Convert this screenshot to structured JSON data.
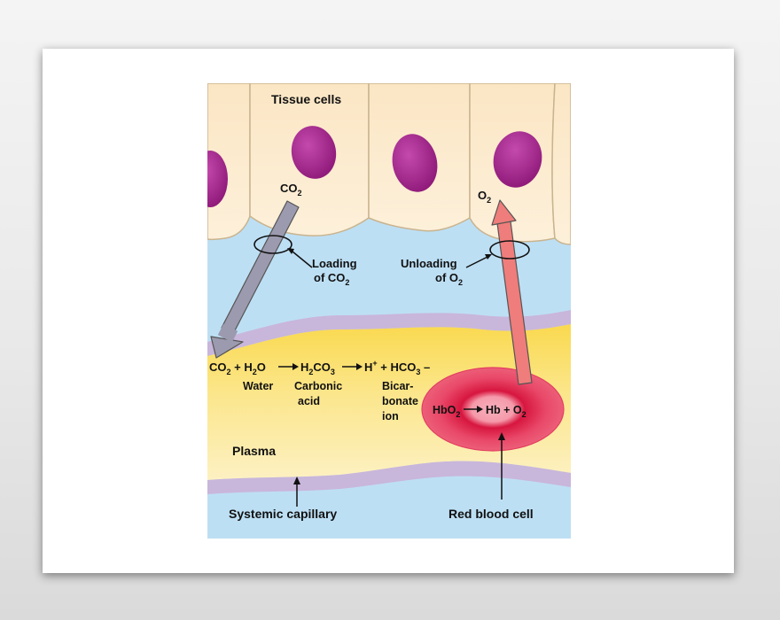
{
  "labels": {
    "tissue_cells": "Tissue cells",
    "co2_top": "CO",
    "co2_top_sub": "2",
    "o2_top": "O",
    "o2_top_sub": "2",
    "loading_line1": "Loading",
    "loading_line2": "of CO",
    "loading_line2_sub": "2",
    "unloading_line1": "Unloading",
    "unloading_line2": "of O",
    "unloading_line2_sub": "2",
    "eq_co2": "CO",
    "eq_co2_sub": "2",
    "eq_plus1": " + H",
    "eq_h2o_sub": "2",
    "eq_o": "O",
    "eq_h2co3_a": "H",
    "eq_h2co3_sub1": "2",
    "eq_h2co3_b": "CO",
    "eq_h2co3_sub2": "3",
    "eq_h": "H",
    "eq_h_sup": "+",
    "eq_plus2": " + HCO",
    "eq_hco3_sub": "3",
    "eq_minus": " –",
    "water": "Water",
    "carbonic": "Carbonic",
    "acid": "acid",
    "bicar": "Bicar-",
    "bonate": "bonate",
    "ion": "ion",
    "hbo2_a": "HbO",
    "hbo2_sub": "2",
    "hb_plus_o2": "Hb + O",
    "hb_o2_sub": "2",
    "plasma": "Plasma",
    "systemic_capillary": "Systemic capillary",
    "red_blood_cell": "Red blood cell"
  },
  "colors": {
    "cell_fill": "#fbe8c8",
    "cell_outline": "#c9b48f",
    "nucleus": "#a3238e",
    "interstitial": "#b9dcf2",
    "plasma": "#fbe27a",
    "capillary_wall": "#c7b4d9",
    "rbc": "#ea4f6d",
    "co2_arrow": "#9c9aae",
    "o2_arrow": "#ef7d7b"
  }
}
